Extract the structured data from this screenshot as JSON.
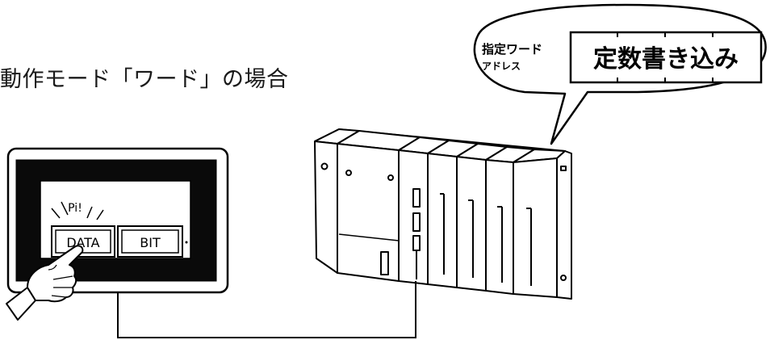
{
  "caption": "動作モード「ワード」の場合",
  "touch_panel": {
    "beep_text": "Pi!",
    "button_data_label": "DATA",
    "button_bit_label": "BIT"
  },
  "speech_bubble": {
    "address_line1": "指定ワード",
    "address_line2": "アドレス",
    "value_label": "定数書き込み"
  }
}
